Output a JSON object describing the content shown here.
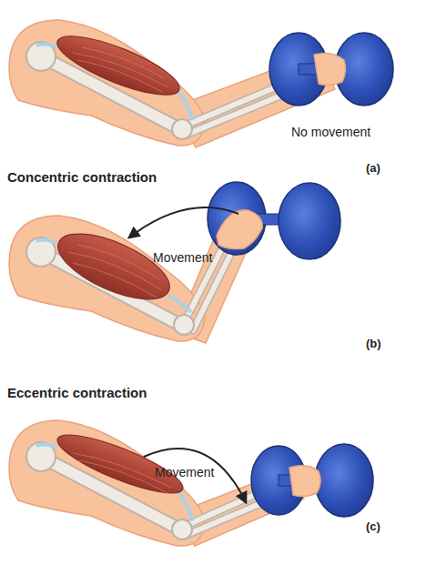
{
  "diagram": {
    "labels": [
      "No movement",
      "(a)",
      "Concentric contraction",
      "Movement",
      "(b)",
      "Eccentric contraction",
      "Movement",
      "(c)"
    ]
  }
}
